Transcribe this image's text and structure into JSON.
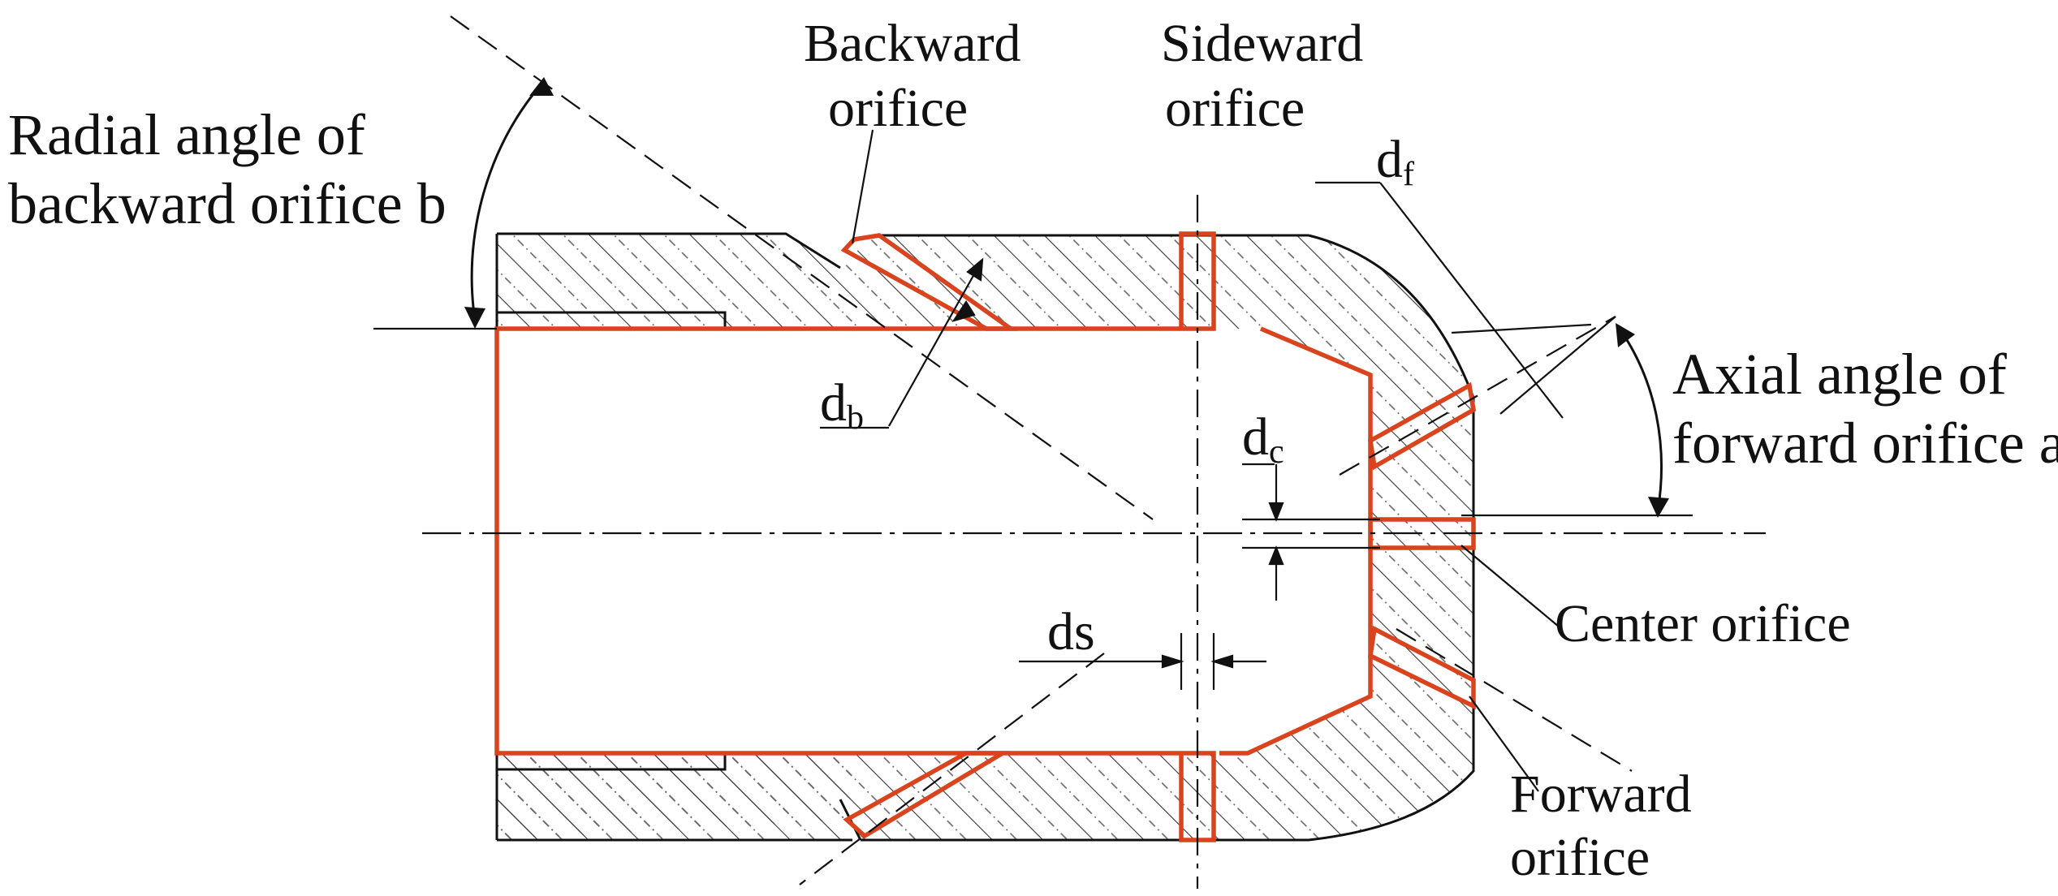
{
  "labels": {
    "backward_orifice": [
      "Backward",
      "orifice"
    ],
    "sideward_orifice": [
      "Sideward",
      "orifice"
    ],
    "radial_angle": [
      "Radial angle of",
      "backward orifice b"
    ],
    "axial_angle": [
      "Axial angle of",
      "forward orifice a"
    ],
    "center_orifice": "Center orifice",
    "forward_orifice": [
      "Forward",
      "orifice"
    ]
  },
  "dimensions": {
    "df": {
      "main": "d",
      "sub": "f"
    },
    "db": {
      "main": "d",
      "sub": "b"
    },
    "dc": {
      "main": "d",
      "sub": "c"
    },
    "ds": {
      "main": "ds"
    }
  },
  "colors": {
    "orifice_outline": "#d9431e",
    "line": "#111111",
    "hatch": "#333333"
  }
}
